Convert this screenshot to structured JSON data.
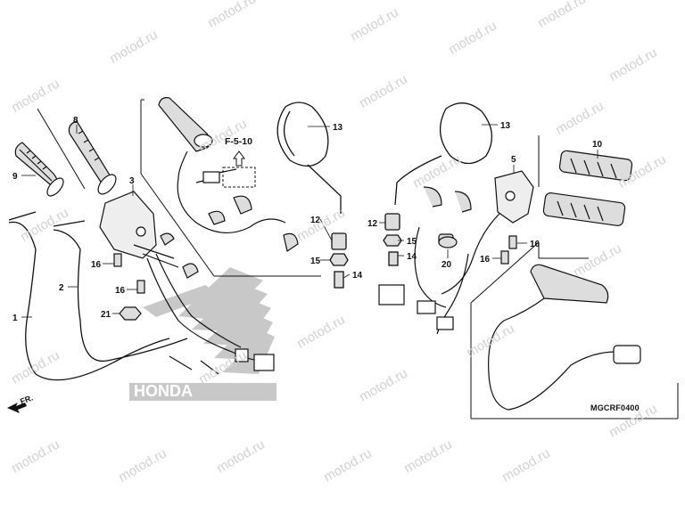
{
  "watermark": "motod.ru",
  "diagram_code": "MGCRF0400",
  "ref_label": "F-5-10",
  "fr_label": "FR.",
  "callouts": {
    "p1": "1",
    "p2": "2",
    "p3": "3",
    "p5": "5",
    "p8": "8",
    "p9": "9",
    "p10": "10",
    "p12a": "12",
    "p12b": "12",
    "p13a": "13",
    "p13b": "13",
    "p14a": "14",
    "p14b": "14",
    "p15a": "15",
    "p15b": "15",
    "p16a": "16",
    "p16b": "16",
    "p16c": "16",
    "p16d": "16",
    "p20": "20",
    "p21": "21"
  },
  "colors": {
    "line": "#111111",
    "watermark": "#d2d2d2",
    "honda_logo": "#bbbbbb"
  }
}
